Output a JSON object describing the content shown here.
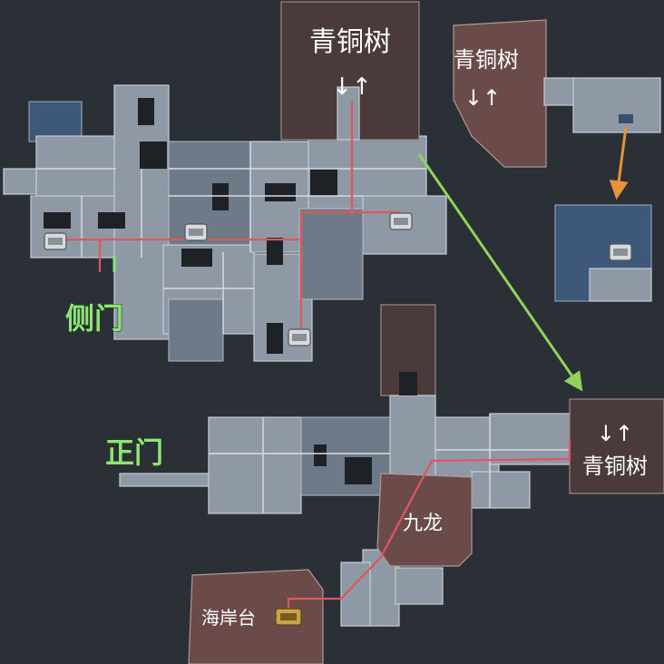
{
  "labels": {
    "bronze_tree_top": "青铜树",
    "bronze_tree_top_arrow": "↓↑",
    "bronze_tree_right_top": "青铜树",
    "bronze_tree_right_top_arrow": "↓↑",
    "bronze_tree_lower_right": "青铜树",
    "bronze_tree_lower_right_arrow": "↓↑",
    "side_gate": "侧门",
    "main_gate": "正门",
    "nine_dragons": "九龙",
    "coast_platform": "海岸台"
  },
  "colors": {
    "route_line": "#e0565a",
    "green_arrow": "#8fd45a",
    "orange_arrow": "#e8923a",
    "label_green": "#8fe37a",
    "background": "#2b2f36"
  },
  "icons": [
    "supply-crate-icon",
    "gold-crate-icon"
  ]
}
